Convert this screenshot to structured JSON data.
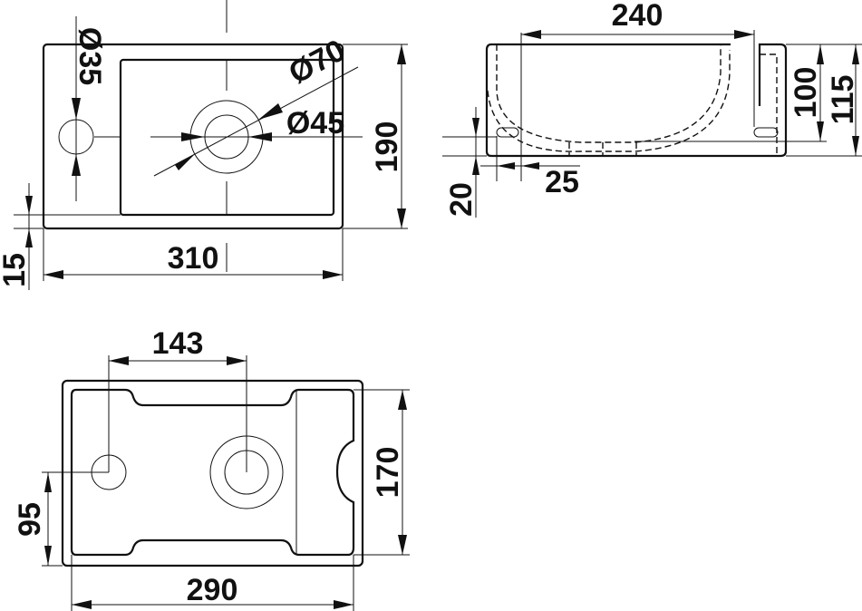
{
  "drawing": {
    "views": {
      "top": {
        "labels": {
          "width": "310",
          "depth": "190",
          "rim": "15",
          "tap_hole": "Ø35",
          "drain_outer": "Ø70",
          "drain_inner": "Ø45"
        }
      },
      "side": {
        "labels": {
          "bowl_length": "240",
          "inner_height": "100",
          "total_height": "115",
          "slot_height": "20",
          "slot_width": "25"
        }
      },
      "bottom": {
        "labels": {
          "hole_spacing": "143",
          "width": "290",
          "depth": "170",
          "hole_offset": "95"
        }
      }
    }
  }
}
